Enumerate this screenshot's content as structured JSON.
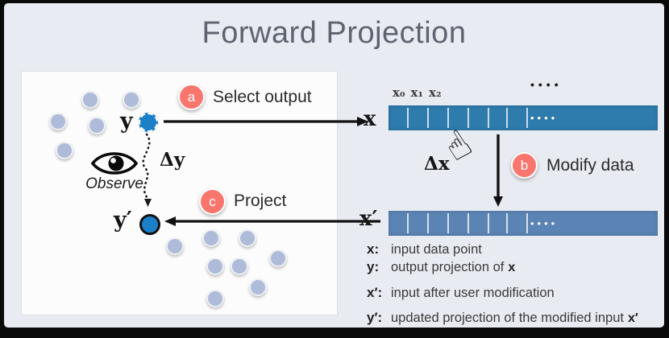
{
  "title": "Forward Projection",
  "steps": {
    "a": {
      "letter": "a",
      "label": "Select output"
    },
    "b": {
      "letter": "b",
      "label": "Modify data"
    },
    "c": {
      "letter": "c",
      "label": "Project"
    }
  },
  "scatterplot": {
    "observe_label": "Observe",
    "y_label": "y",
    "y_prime_label": "y′",
    "delta_y_label": "Δy",
    "dots": [
      [
        107,
        120
      ],
      [
        158,
        120
      ],
      [
        67,
        147
      ],
      [
        115,
        152
      ],
      [
        75,
        183
      ],
      [
        212,
        302
      ],
      [
        257,
        292
      ],
      [
        302,
        292
      ],
      [
        340,
        317
      ],
      [
        262,
        327
      ],
      [
        292,
        327
      ],
      [
        315,
        353
      ],
      [
        262,
        367
      ]
    ]
  },
  "vectors": {
    "x_label": "x",
    "x_prime_label": "x′",
    "delta_x_label": "Δx",
    "cell_labels": [
      "x₀",
      "x₁",
      "x₂"
    ],
    "top_ellipsis": "••••",
    "bar_ellipsis": "••••",
    "tick_offsets": [
      23,
      48,
      73,
      98,
      123,
      146,
      171
    ]
  },
  "legend": {
    "rows": [
      {
        "symbol": "x:",
        "text": "input data point",
        "suffix": ""
      },
      {
        "symbol": "y:",
        "text": "output projection of",
        "suffix": "x"
      },
      {
        "symbol": "x′:",
        "text": "input after user modification",
        "suffix": ""
      },
      {
        "symbol": "y′:",
        "text": "updated projection of the modified input",
        "suffix": "x′"
      }
    ]
  },
  "icons": {
    "hand_pointer": "☝"
  },
  "colors": {
    "background": "#e9ebf2",
    "panel": "#fcfcfc",
    "badge_red": "#f9766e",
    "x_bar_blue": "#2e7bad",
    "x_prime_bar_blue": "#5b84b4",
    "point_blue": "#1c80c8",
    "scatter_dot": "#aebcd9",
    "arrow_black": "#111111",
    "title_gray": "#5d6470"
  }
}
